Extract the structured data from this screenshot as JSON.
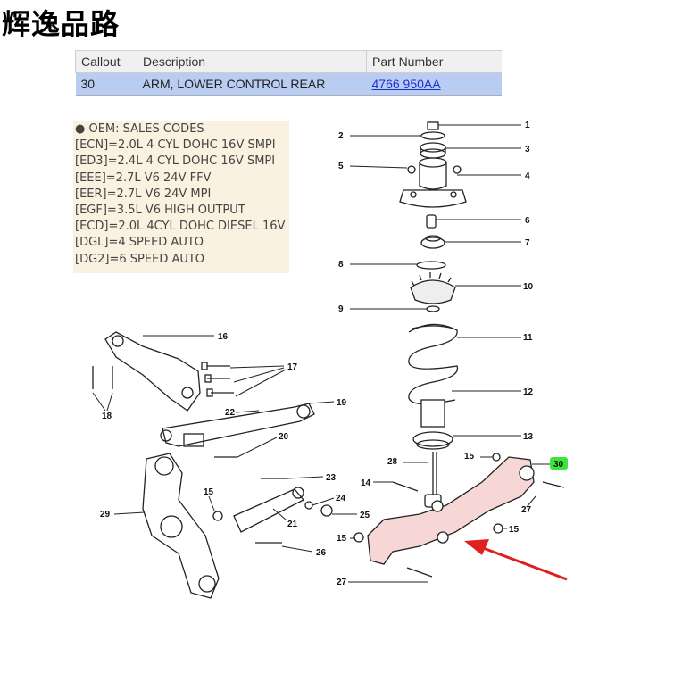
{
  "brand": "辉逸品路",
  "table": {
    "headers": [
      "Callout",
      "Description",
      "Part Number"
    ],
    "row": {
      "callout": "30",
      "description": "ARM, LOWER CONTROL REAR",
      "part_number": "4766 950AA"
    }
  },
  "sales_codes": [
    "● OEM: SALES CODES",
    "[ECN]=2.0L 4 CYL DOHC 16V SMPI",
    "[ED3]=2.4L 4 CYL DOHC 16V SMPI",
    "[EEE]=2.7L V6 24V FFV",
    "[EER]=2.7L V6 24V MPI",
    "[EGF]=3.5L V6 HIGH OUTPUT",
    "[ECD]=2.0L 4CYL DOHC DIESEL 16V",
    "[DGL]=4 SPEED AUTO",
    "[DG2]=6 SPEED AUTO"
  ],
  "callouts": [
    "1",
    "2",
    "3",
    "4",
    "5",
    "6",
    "7",
    "8",
    "9",
    "10",
    "11",
    "12",
    "13",
    "14",
    "15",
    "15",
    "15",
    "15",
    "16",
    "17",
    "18",
    "19",
    "20",
    "21",
    "22",
    "23",
    "24",
    "25",
    "26",
    "27",
    "27",
    "28",
    "29",
    "30"
  ],
  "colors": {
    "highlight_part": "#f7d6d6",
    "arrow": "#e02020",
    "callout_30_badge": "#39e639",
    "table_row": "#b9cdf2"
  }
}
